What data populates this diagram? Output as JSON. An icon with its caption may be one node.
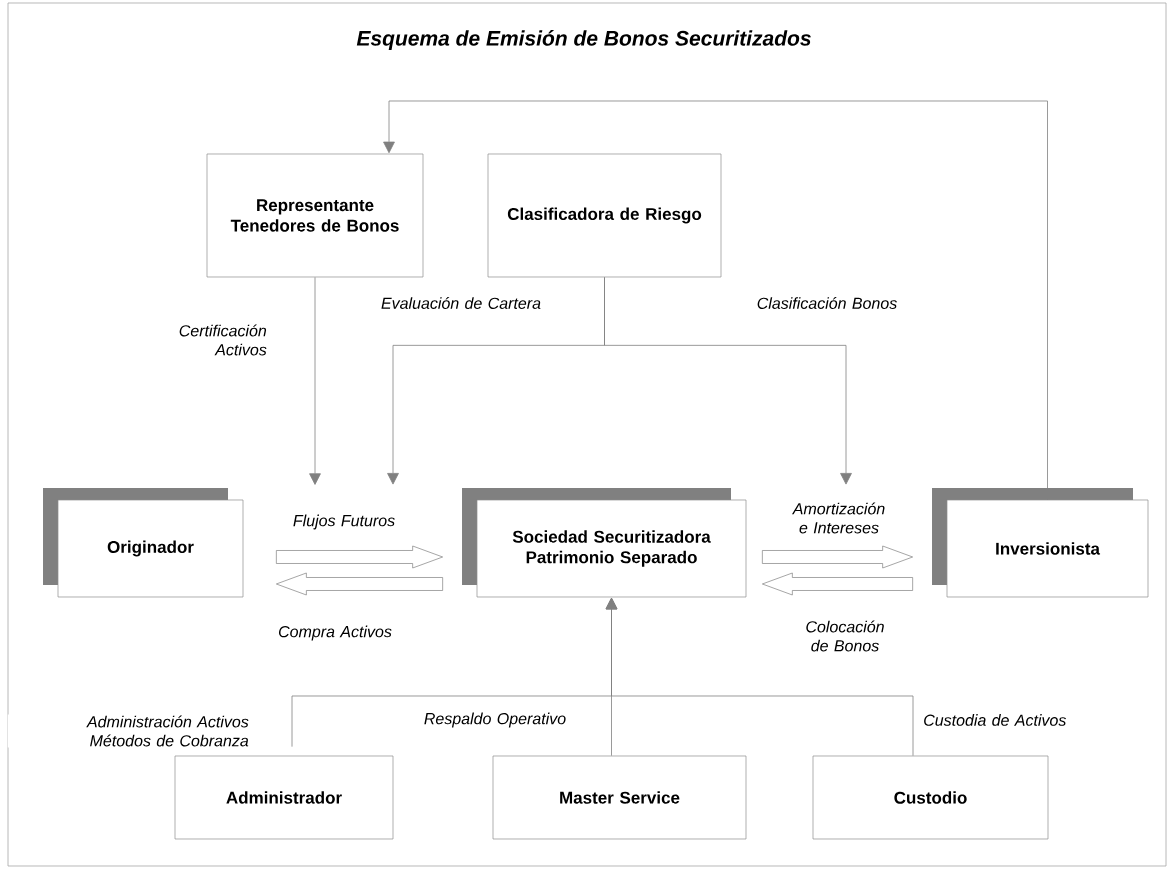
{
  "diagram": {
    "title": "Esquema de Emisión de Bonos Securitizados",
    "nodes": [
      {
        "text": [
          "Representante Tenedores de Bonos"
        ]
      },
      {
        "text": [
          "Clasificadora de Riesgo"
        ]
      },
      {
        "text": [
          "Originador"
        ]
      },
      {
        "text": [
          "Sociedad Securitizadora Patrimonio Separado"
        ]
      },
      {
        "text": [
          "Inversionista"
        ]
      },
      {
        "text": [
          "Administrador"
        ]
      },
      {
        "text": [
          "Master Service"
        ]
      },
      {
        "text": [
          "Custodio"
        ]
      }
    ],
    "edges": [
      {
        "from": 4,
        "to": 0,
        "arrow": "to"
      },
      {
        "from": 0,
        "to": null,
        "arrow": "to",
        "label": "Certificación Activos"
      },
      {
        "from": 1,
        "to": null,
        "arrow": "to",
        "label": "Evaluación de Cartera"
      },
      {
        "from": 1,
        "to": null,
        "arrow": "to",
        "label": "Clasificación Bonos"
      },
      {
        "from": 2,
        "to": 3,
        "arrow": "to",
        "label": "Flujos Futuros"
      },
      {
        "from": 3,
        "to": 2,
        "arrow": "to",
        "label": "Compra Activos"
      },
      {
        "from": 3,
        "to": 4,
        "arrow": "to",
        "label": "Amortización e Intereses"
      },
      {
        "from": 4,
        "to": 3,
        "arrow": "to",
        "label": "Colocación de Bonos"
      },
      {
        "from": 5,
        "to": 3,
        "arrow": "to",
        "label": "Administración Activos Métodos de Cobranza"
      },
      {
        "from": 6,
        "to": 3,
        "arrow": "to",
        "label": "Respaldo Operativo"
      },
      {
        "from": 7,
        "to": 3,
        "arrow": "to",
        "label": "Custodia de Activos"
      }
    ]
  }
}
